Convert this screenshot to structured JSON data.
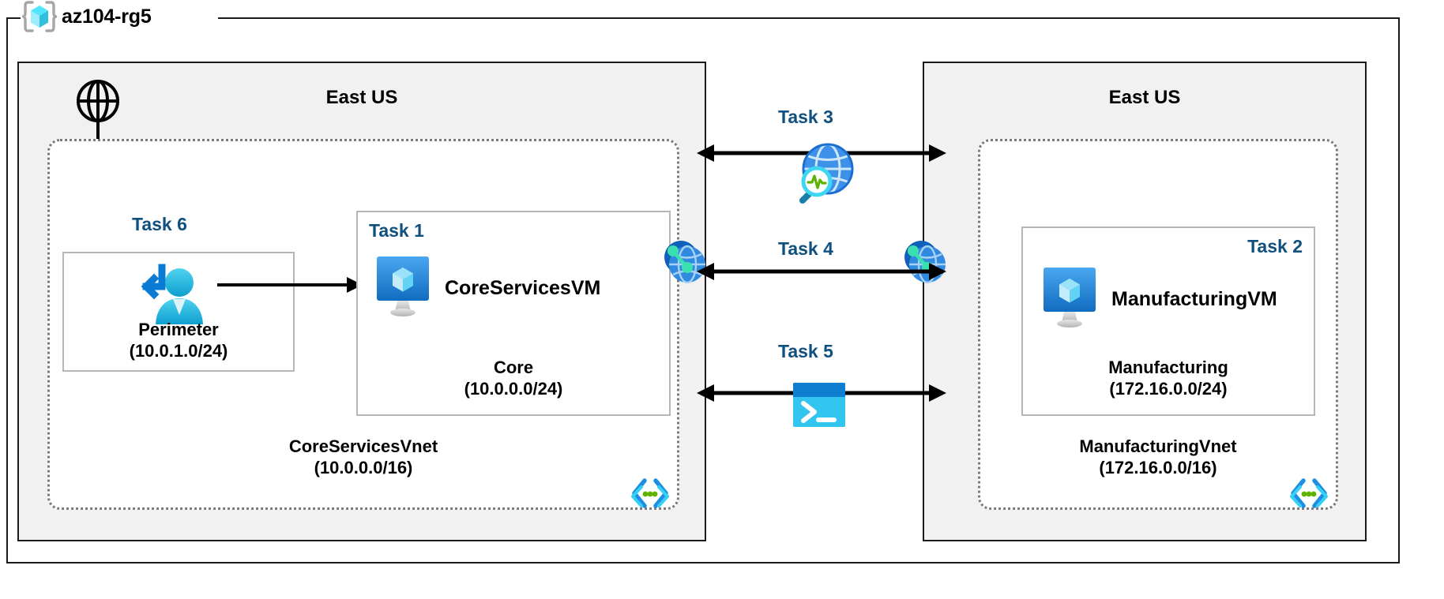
{
  "diagram": {
    "resource_group": {
      "name": "az104-rg5",
      "icon": "azure-resource-group-icon"
    },
    "regions": [
      {
        "id": "left",
        "title": "East US"
      },
      {
        "id": "right",
        "title": "East US"
      }
    ],
    "internet": {
      "icon": "globe-icon"
    },
    "vnets": [
      {
        "id": "coreservicesvnet",
        "name": "CoreServicesVnet",
        "cidr": "(10.0.0.0/16)",
        "corner_icon": "code-brackets-icon",
        "subnets": [
          {
            "id": "perimeter",
            "task": "Task 6",
            "name": "Perimeter",
            "cidr": "(10.0.1.0/24)",
            "icon": "user-inbound-icon"
          },
          {
            "id": "core",
            "task": "Task 1",
            "name": "Core",
            "cidr": "(10.0.0.0/24)",
            "vm": "CoreServicesVM",
            "icon": "virtual-machine-icon"
          }
        ]
      },
      {
        "id": "manufacturingvnet",
        "name": "ManufacturingVnet",
        "cidr": "(172.16.0.0/16)",
        "corner_icon": "code-brackets-icon",
        "subnets": [
          {
            "id": "manufacturing",
            "task": "Task 2",
            "name": "Manufacturing",
            "cidr": "(172.16.0.0/24)",
            "vm": "ManufacturingVM",
            "icon": "virtual-machine-icon"
          }
        ]
      }
    ],
    "connections": [
      {
        "id": "task3",
        "label": "Task 3",
        "icon": "network-watcher-icon",
        "arrow": "double"
      },
      {
        "id": "task4",
        "label": "Task 4",
        "icon": "none",
        "arrow": "double"
      },
      {
        "id": "task5",
        "label": "Task 5",
        "icon": "cloud-shell-icon",
        "arrow": "double"
      }
    ],
    "peering_icons": [
      {
        "id": "peer-left",
        "icon": "vnet-peering-icon"
      },
      {
        "id": "peer-right",
        "icon": "vnet-peering-icon"
      }
    ],
    "colors": {
      "task_label": "#10507f",
      "region_fill": "#f1f1f1",
      "vnet_border": "#7a7a7a",
      "subnet_border": "#b6b6b6",
      "azure_blue": "#0078d4",
      "cyan": "#32bedd",
      "green": "#5cb300"
    }
  }
}
